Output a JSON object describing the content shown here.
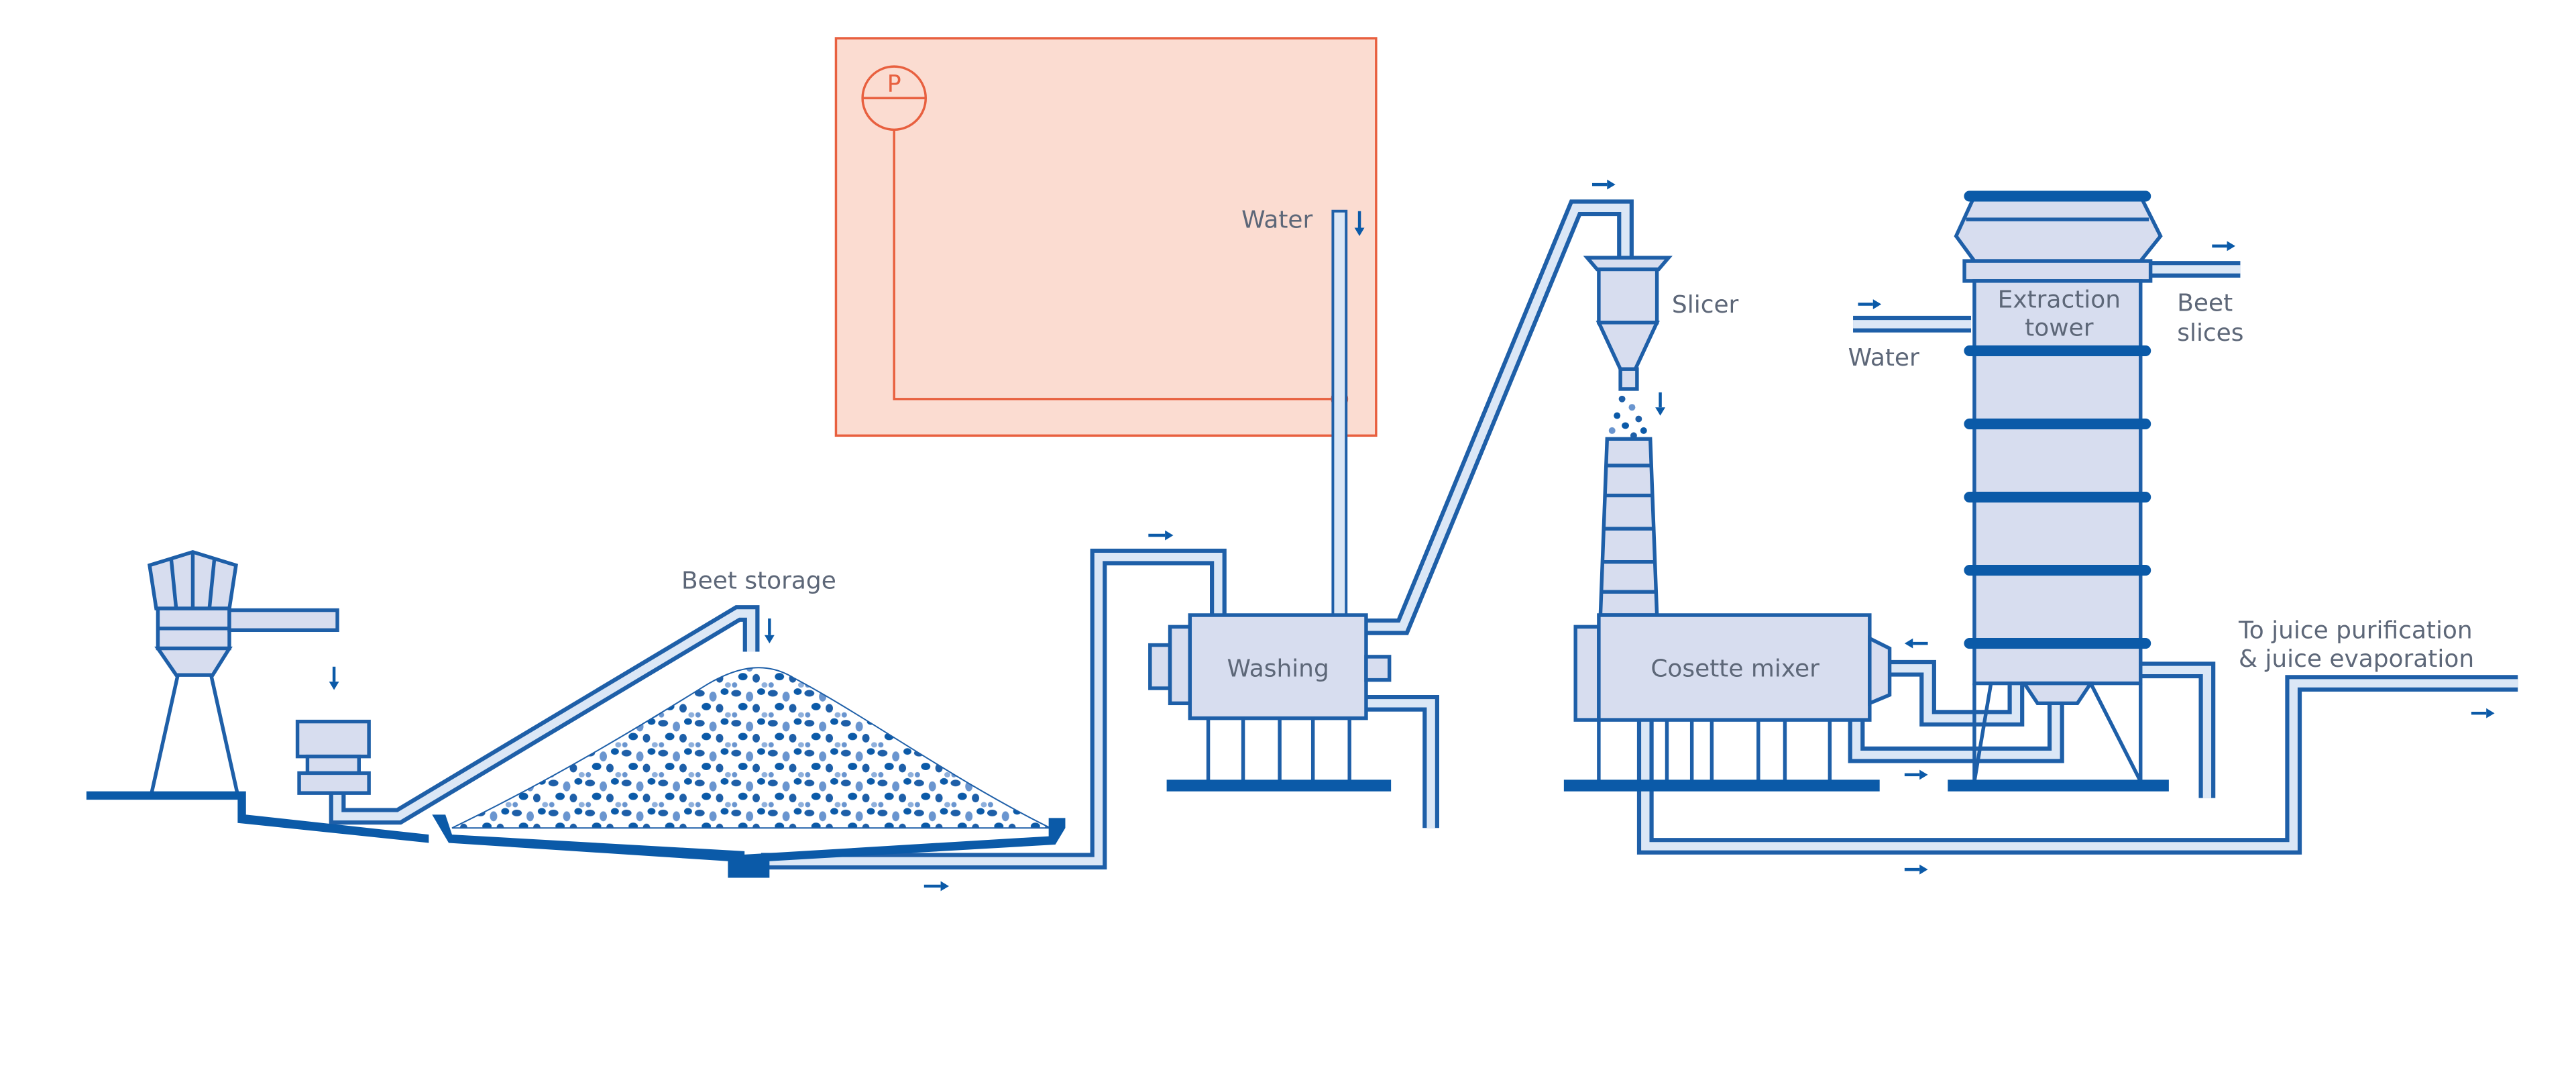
{
  "labels": {
    "water_top": "Water",
    "beet_storage": "Beet storage",
    "washing": "Washing",
    "slicer": "Slicer",
    "cosette_mixer": "Cosette mixer",
    "extraction_tower_1": "Extraction",
    "extraction_tower_2": "tower",
    "water_side": "Water",
    "beet_slices_1": "Beet",
    "beet_slices_2": "slices",
    "juice_1": "To juice purification",
    "juice_2": "& juice evaporation",
    "pressure_symbol": "P"
  },
  "colors": {
    "process_blue": "#1e5fa8",
    "dark_blue": "#0b5aa8",
    "equipment_fill": "#d7ddef",
    "pipe_fill": "#dbe7f6",
    "control_box_fill": "#fbdcd1",
    "control_box_stroke": "#e8603f",
    "label_gray": "#5d6778"
  }
}
